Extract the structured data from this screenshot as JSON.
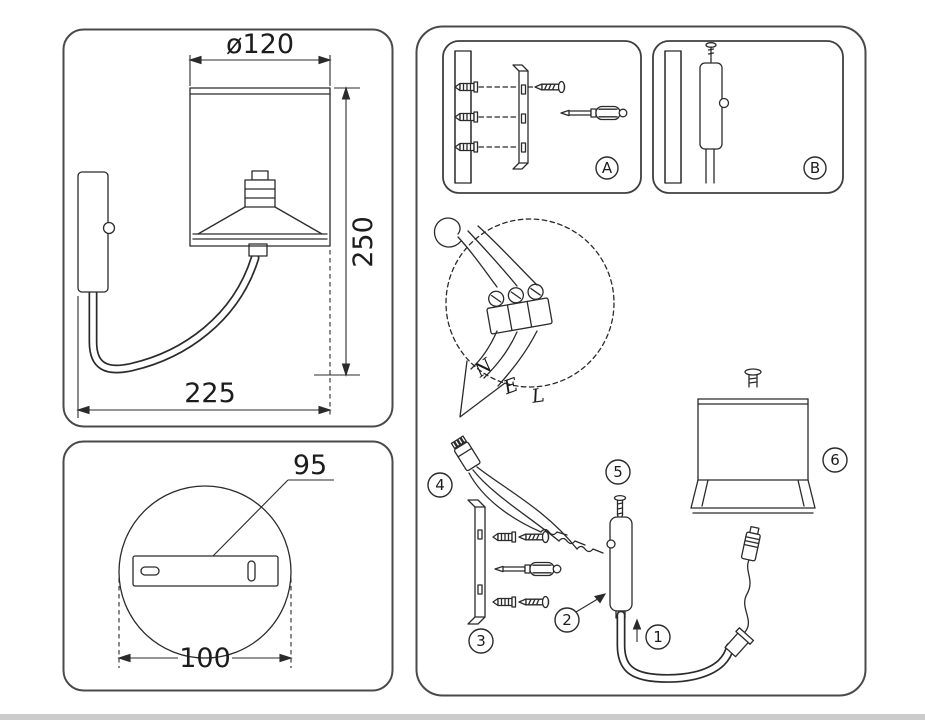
{
  "page": {
    "background": "#ffffff",
    "line_color": "#2b2b2b",
    "panel_border_color": "#4a4a4a",
    "edge_strip_color": "#cccccc"
  },
  "lamp_side": {
    "diameter": "ø120",
    "height": "250",
    "depth": "225"
  },
  "mount_plate": {
    "bracket_width": "95",
    "base_diameter": "100"
  },
  "install": {
    "step_a": "A",
    "step_b": "B",
    "terminal_n": "N",
    "terminal_e": "E",
    "terminal_l": "L",
    "part_1": "1",
    "part_2": "2",
    "part_3": "3",
    "part_4": "4",
    "part_5": "5",
    "part_6": "6"
  }
}
